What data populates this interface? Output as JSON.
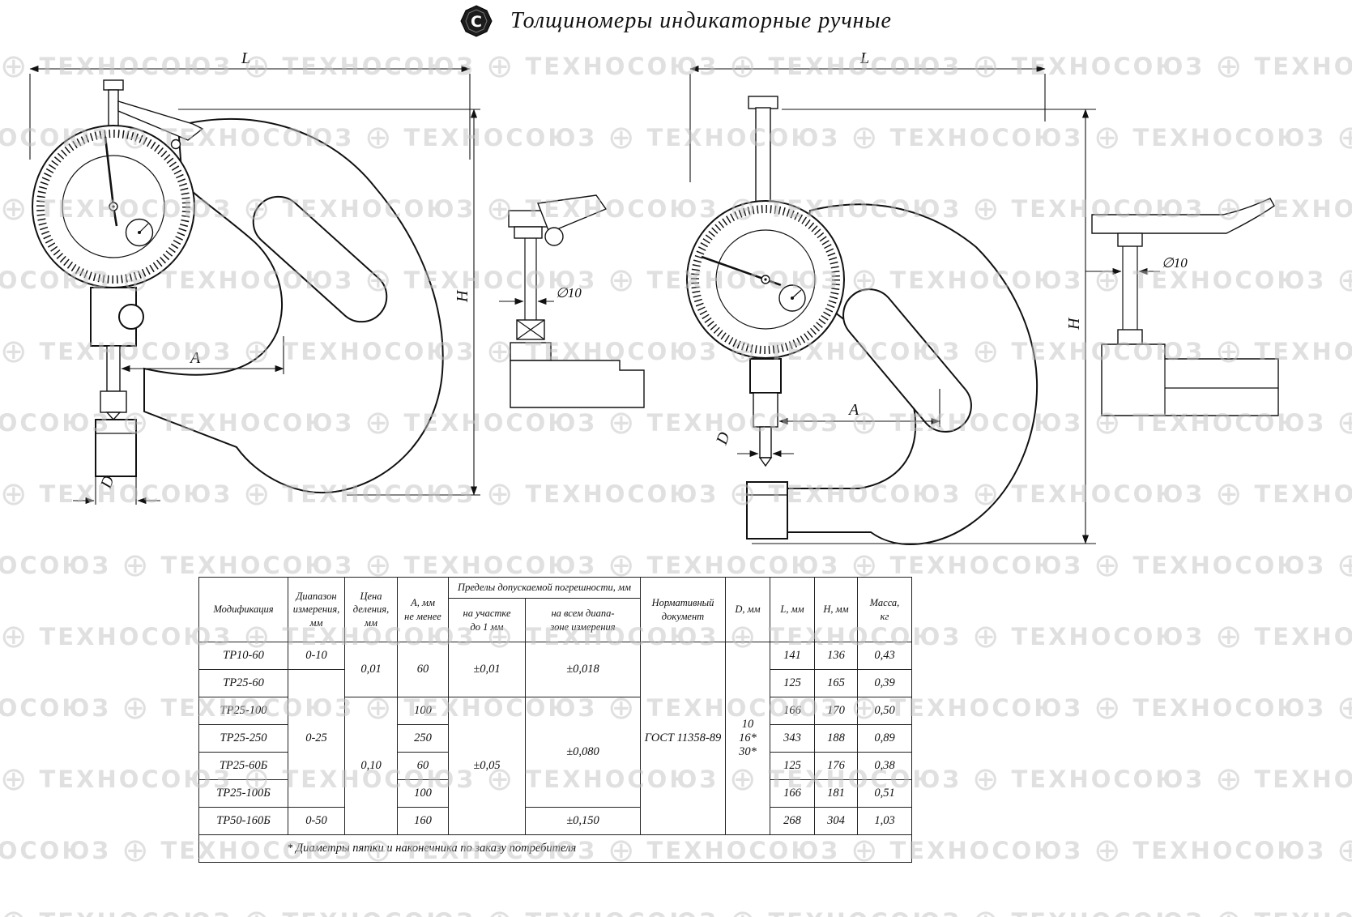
{
  "header": {
    "title": "Толщиномеры индикаторные ручные",
    "logo_letter": "С"
  },
  "watermark": {
    "text": "ТЕХНОСОЮЗ",
    "globe": "⊕"
  },
  "dims": {
    "L": "L",
    "H": "H",
    "A": "A",
    "D": "D",
    "dia10": "∅10"
  },
  "table": {
    "headers": {
      "modification": "Модификация",
      "range": "Диапазон\nизмерения,\nмм",
      "division": "Цена\nделения,\nмм",
      "a_min": "А, мм\nне менее",
      "error_group": "Пределы допускаемой погрешности, мм",
      "error_section": "на участке\nдо 1 мм",
      "error_full": "на всем диапа-\nзоне измерения",
      "document": "Нормативный\nдокумент",
      "d": "D, мм",
      "l": "L, мм",
      "h": "Н, мм",
      "mass": "Масса,\nкг"
    },
    "merged": {
      "range_1": "0-10",
      "range_2": "0-25",
      "range_3": "0-50",
      "division_1": "0,01",
      "division_2": "0,10",
      "a_12": "60",
      "err1_12": "±0,01",
      "errfull_12": "±0,018",
      "err1_37": "±0,05",
      "errfull_36": "±0,080",
      "errfull_7": "±0,150",
      "document": "ГОСТ 11358-89",
      "d_values": "10\n16*\n30*"
    },
    "rows": [
      {
        "model": "ТР10-60",
        "l": "141",
        "h": "136",
        "mass": "0,43"
      },
      {
        "model": "ТР25-60",
        "l": "125",
        "h": "165",
        "mass": "0,39"
      },
      {
        "model": "ТР25-100",
        "a": "100",
        "l": "166",
        "h": "170",
        "mass": "0,50"
      },
      {
        "model": "ТР25-250",
        "a": "250",
        "l": "343",
        "h": "188",
        "mass": "0,89"
      },
      {
        "model": "ТР25-60Б",
        "a": "60",
        "l": "125",
        "h": "176",
        "mass": "0,38"
      },
      {
        "model": "ТР25-100Б",
        "a": "100",
        "l": "166",
        "h": "181",
        "mass": "0,51"
      },
      {
        "model": "ТР50-160Б",
        "a": "160",
        "l": "268",
        "h": "304",
        "mass": "1,03"
      }
    ],
    "footnote": "* Диаметры пятки и наконечника по заказу потребителя"
  }
}
